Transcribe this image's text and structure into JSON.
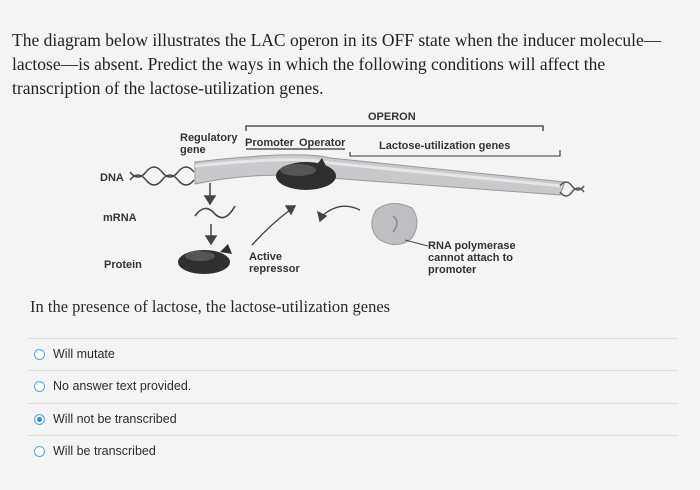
{
  "question": {
    "text": "The diagram below illustrates the LAC operon in its OFF state when the inducer molecule—lactose—is absent. Predict the ways in which the following conditions will affect the transcription of the lactose-utilization genes.",
    "subquestion": "In the presence of lactose, the lactose-utilization genes"
  },
  "diagram": {
    "operon_label": "OPERON",
    "regulatory_gene_label": "Regulatory\ngene",
    "promoter_label": "Promoter",
    "operator_label": "Operator",
    "lac_genes_label": "Lactose-utilization genes",
    "dna_label": "DNA",
    "mrna_label": "mRNA",
    "protein_label": "Protein",
    "active_repressor_label": "Active\nrepressor",
    "rna_polymerase_label": "RNA polymerase\ncannot attach to\npromoter"
  },
  "options": [
    {
      "label": "Will mutate",
      "selected": false
    },
    {
      "label": "No answer text provided.",
      "selected": false
    },
    {
      "label": "Will not be transcribed",
      "selected": true
    },
    {
      "label": "Will be transcribed",
      "selected": false
    }
  ],
  "colors": {
    "radio_selected": "#2c8ed4",
    "radio_border": "#5aa7d9"
  }
}
